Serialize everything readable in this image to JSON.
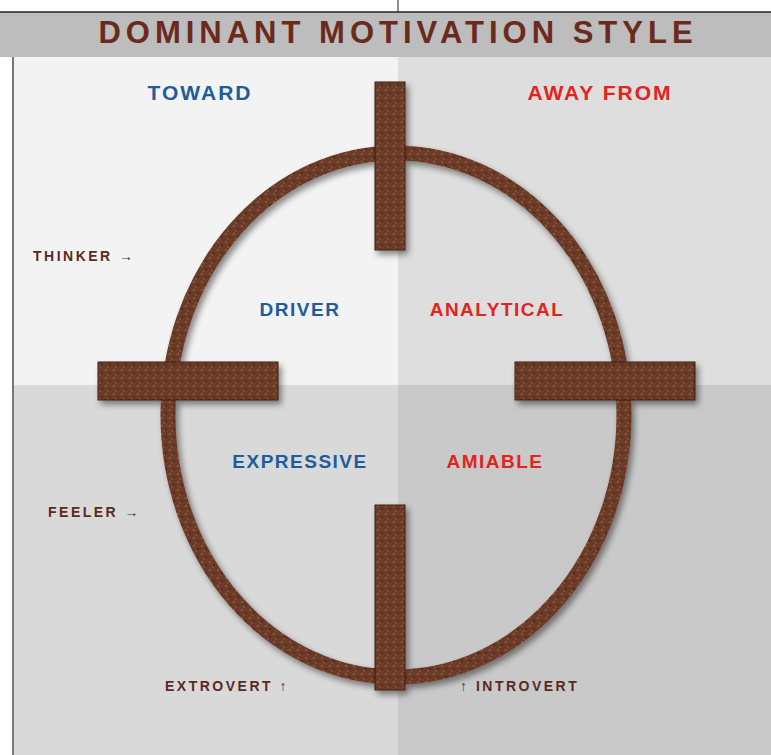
{
  "diagram": {
    "title": "DOMINANT MOTIVATION STYLE",
    "labels": [
      "TOWARD",
      "AWAY FROM",
      "THINKER →",
      "DRIVER",
      "ANALYTICAL",
      "EXPRESSIVE",
      "AMIABLE",
      "FEELER →",
      "EXTROVERT ↑",
      "↑ INTROVERT"
    ]
  }
}
